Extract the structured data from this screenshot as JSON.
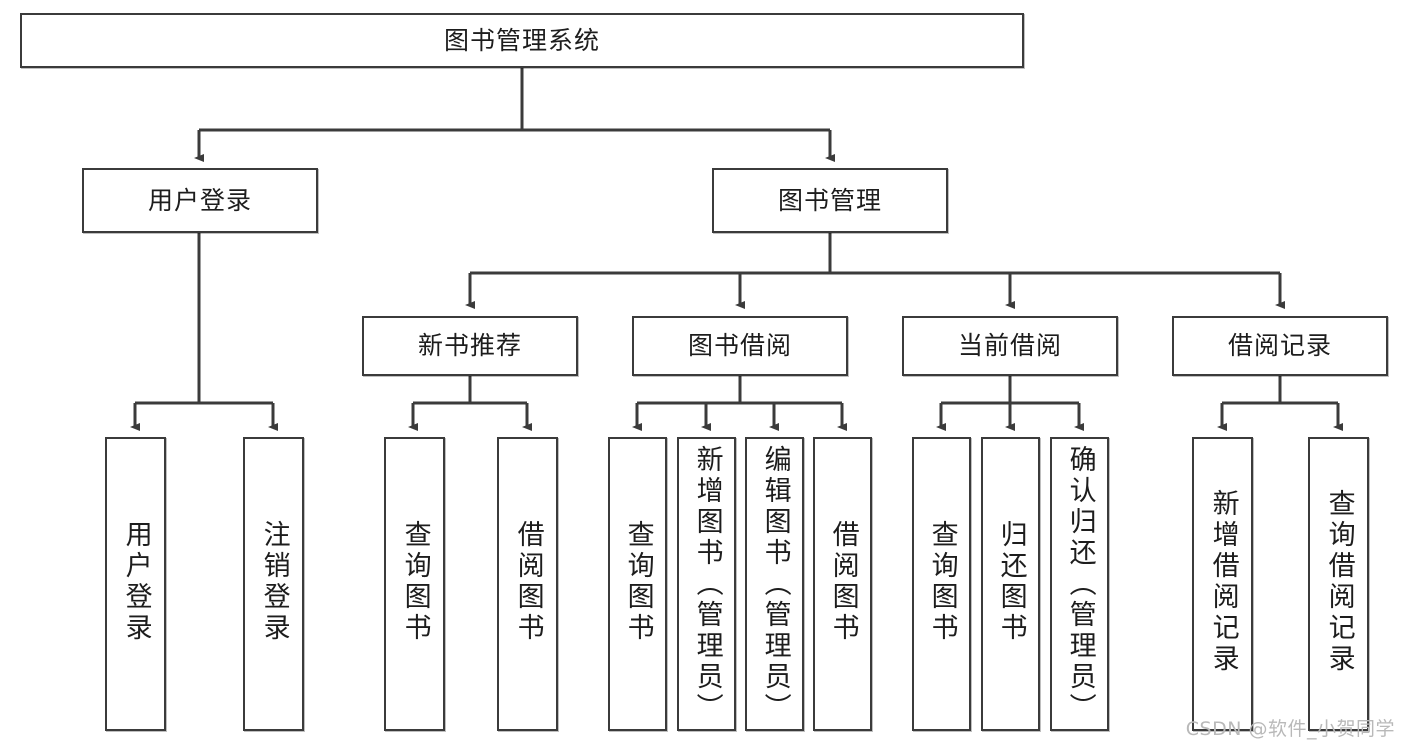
{
  "diagram": {
    "title": "图书管理系统",
    "root": {
      "label": "图书管理系统"
    },
    "level2": [
      {
        "label": "用户登录"
      },
      {
        "label": "图书管理"
      }
    ],
    "level3": [
      {
        "label": "新书推荐"
      },
      {
        "label": "图书借阅"
      },
      {
        "label": "当前借阅"
      },
      {
        "label": "借阅记录"
      }
    ],
    "leaves": [
      {
        "label": "用户登录"
      },
      {
        "label": "注销登录"
      },
      {
        "label": "查询图书"
      },
      {
        "label": "借阅图书"
      },
      {
        "label": "查询图书"
      },
      {
        "label": "新增图书（管理员）"
      },
      {
        "label": "编辑图书（管理员）"
      },
      {
        "label": "借阅图书"
      },
      {
        "label": "查询图书"
      },
      {
        "label": "归还图书"
      },
      {
        "label": "确认归还（管理员）"
      },
      {
        "label": "新增借阅记录"
      },
      {
        "label": "查询借阅记录"
      }
    ]
  },
  "watermark": {
    "text": "CSDN @软件_小贺同学"
  },
  "colors": {
    "stroke": "#3b3b3b",
    "text": "#1d1d1d",
    "background": "#ffffff",
    "watermark": "#b9b9b9"
  }
}
